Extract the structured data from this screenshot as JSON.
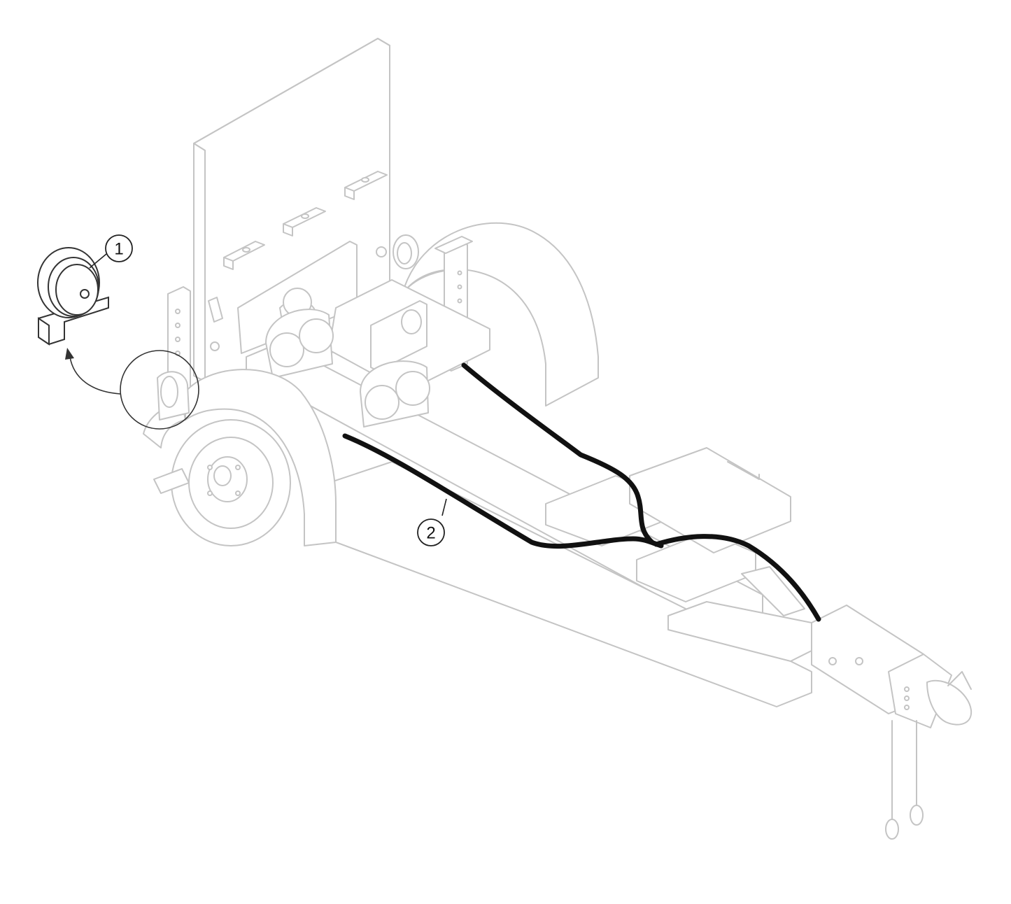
{
  "diagram": {
    "callouts": [
      {
        "id": "callout-1",
        "label": "1"
      },
      {
        "id": "callout-2",
        "label": "2"
      }
    ],
    "colors": {
      "line_art": "#c4c4c4",
      "harness": "#111111",
      "callout": "#222222"
    }
  }
}
